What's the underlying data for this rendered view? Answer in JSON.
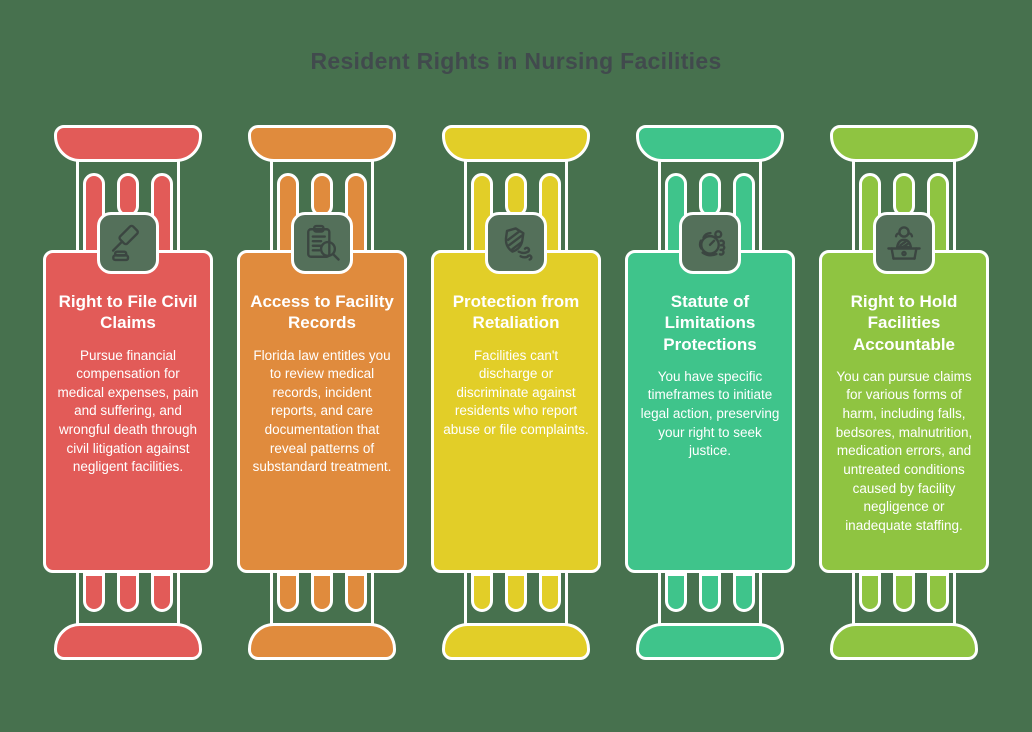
{
  "page": {
    "title": "Resident Rights in Nursing Facilities",
    "background": "#47714E",
    "title_color": "#414A4D",
    "card_text_color": "#FFFFFF",
    "outline_color": "#FFFFFF",
    "icon_box_fill": "#54705A",
    "icon_stroke": "#3B4641"
  },
  "pillars": [
    {
      "icon": "gavel-icon",
      "color": "#E25B58",
      "title": "Right to File Civil Claims",
      "description": "Pursue financial compensation for medical expenses, pain and suffering, and wrongful death through civil litigation against negligent facilities."
    },
    {
      "icon": "records-magnifier-icon",
      "color": "#E08B3D",
      "title": "Access to Facility Records",
      "description": "Florida law entitles you to review medical records, incident reports, and care documentation that reveal patterns of substandard treatment."
    },
    {
      "icon": "shield-wind-icon",
      "color": "#E2CE28",
      "title": "Protection from Retaliation",
      "description": "Facilities can't discharge or discriminate against residents who report abuse or file complaints."
    },
    {
      "icon": "hand-stopwatch-icon",
      "color": "#3FC48B",
      "title": "Statute of Limitations Protections",
      "description": "You have specific timeframes to initiate legal action, preserving your right to seek justice."
    },
    {
      "icon": "judge-bench-icon",
      "color": "#8FC441",
      "title": "Right to Hold Facilities Accountable",
      "description": "You can pursue claims for various forms of harm, including falls, bedsores, malnutrition, medication errors, and untreated conditions caused by facility negligence or inadequate staffing."
    }
  ]
}
